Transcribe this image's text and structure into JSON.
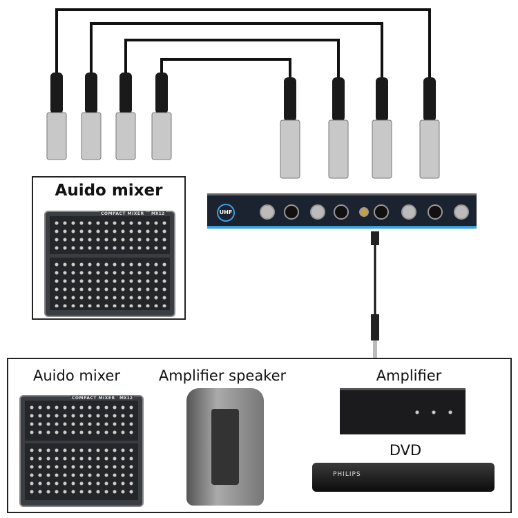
{
  "labels": {
    "top_mixer": "Auido mixer",
    "bottom_mixer": "Auido mixer",
    "speaker": "Amplifier speaker",
    "amplifier": "Amplifier",
    "dvd": "DVD"
  },
  "receiver": {
    "logo": "UHF"
  },
  "mixer": {
    "brand": "COMPACT MIXER",
    "model": "MX12"
  },
  "dvd_player": {
    "brand": "PHILIPS"
  },
  "colors": {
    "receiver_accent": "#3aa0e0",
    "cable": "#111111",
    "connector": "#c8c8c8"
  }
}
